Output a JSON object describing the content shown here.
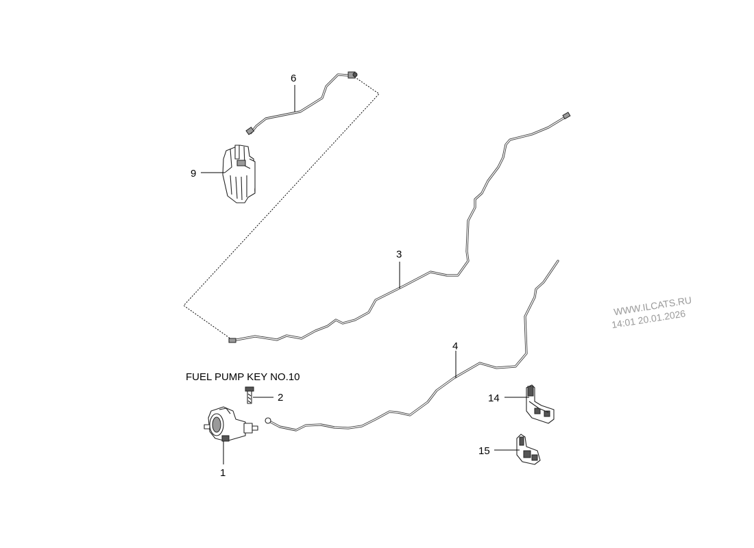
{
  "diagram": {
    "caption": "FUEL PUMP KEY NO.10",
    "callouts": {
      "part_1": "1",
      "part_2": "2",
      "part_3": "3",
      "part_4": "4",
      "part_6": "6",
      "part_9": "9",
      "part_14": "14",
      "part_15": "15"
    },
    "watermark": {
      "line1": "WWW.ILCATS.RU",
      "line2": "14:01 20.01.2026"
    }
  }
}
